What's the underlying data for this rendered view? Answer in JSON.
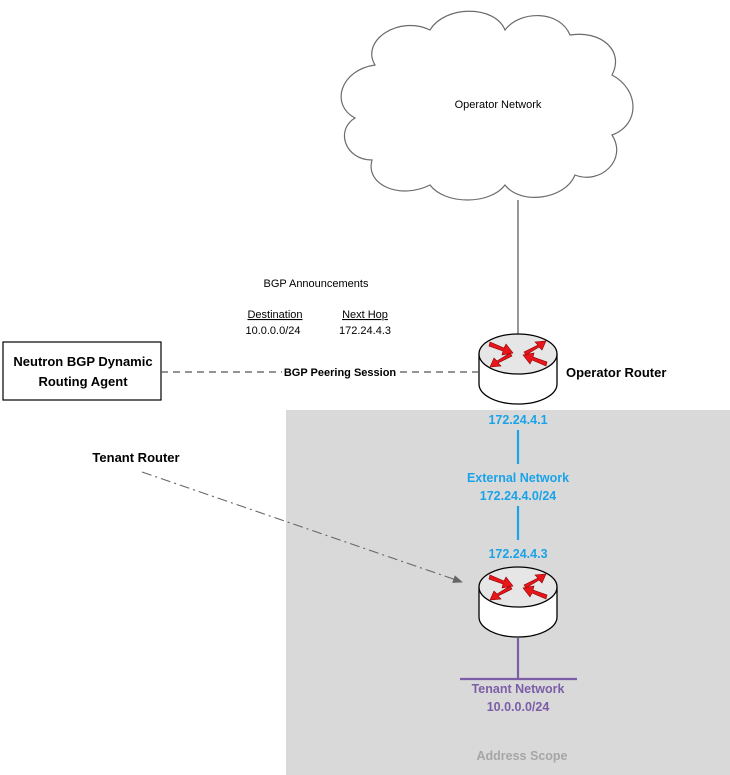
{
  "colors": {
    "address_scope_fill": "#d9d9d9",
    "external_network": "#1aa3e8",
    "tenant_network": "#7b5ea7",
    "router_arrows": "#e8161b",
    "address_scope_label": "#a6a6a6"
  },
  "cloud": {
    "label": "Operator Network"
  },
  "bgp": {
    "title": "BGP Announcements",
    "destination_header": "Destination",
    "next_hop_header": "Next Hop",
    "destination_value": "10.0.0.0/24",
    "next_hop_value": "172.24.4.3",
    "session_label": "BGP Peering Session"
  },
  "agent": {
    "line1": "Neutron BGP Dynamic",
    "line2": "Routing Agent"
  },
  "operator_router": {
    "label": "Operator Router",
    "ip": "172.24.4.1"
  },
  "external_network": {
    "name": "External Network",
    "cidr": "172.24.4.0/24"
  },
  "tenant_router": {
    "label": "Tenant Router",
    "ip": "172.24.4.3"
  },
  "tenant_network": {
    "name": "Tenant Network",
    "cidr": "10.0.0.0/24"
  },
  "address_scope": {
    "label": "Address Scope"
  }
}
